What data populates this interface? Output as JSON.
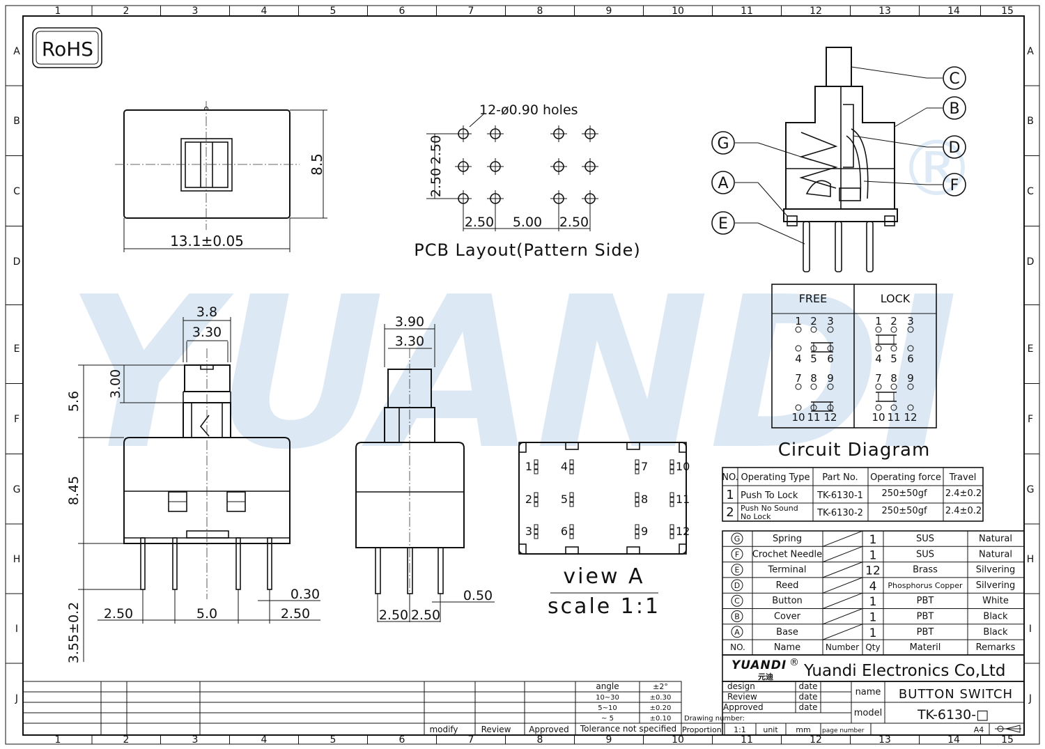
{
  "frame": {
    "cols": [
      "1",
      "2",
      "3",
      "4",
      "5",
      "6",
      "7",
      "8",
      "9",
      "10",
      "11",
      "12",
      "13",
      "14",
      "15"
    ],
    "rows": [
      "A",
      "B",
      "C",
      "D",
      "E",
      "F",
      "G",
      "H",
      "I",
      "J"
    ]
  },
  "rohs": "RoHS",
  "watermark": {
    "text": "YUANDI",
    "registered": "®"
  },
  "top_view": {
    "height": "8.5",
    "width": "13.1±0.05"
  },
  "pcb": {
    "holes_label": "12-ø0.90 holes",
    "pitch_v1": "2.50",
    "pitch_v2": "2.50",
    "pitch_h1": "2.50",
    "pitch_h2": "5.00",
    "pitch_h3": "2.50",
    "title": "PCB Layout(Pattern Side)"
  },
  "front_view": {
    "w1": "3.8",
    "w2": "3.30",
    "h_total": "5.6",
    "h_btn": "3.00",
    "h_body": "8.45",
    "pin_len": "3.55±0.2",
    "pin_w": "0.30",
    "p1": "2.50",
    "p2": "5.0",
    "p3": "2.50"
  },
  "side_view": {
    "w1": "3.90",
    "w2": "3.30",
    "pin_w": "0.50",
    "p1": "2.50",
    "p2": "2.50"
  },
  "view_a": {
    "pins": [
      "1",
      "2",
      "3",
      "4",
      "5",
      "6",
      "7",
      "8",
      "9",
      "10",
      "11",
      "12"
    ],
    "title": "view A",
    "scale": "scale 1:1"
  },
  "callouts": [
    "C",
    "B",
    "D",
    "G",
    "F",
    "A",
    "E"
  ],
  "circuit": {
    "free": "FREE",
    "lock": "LOCK",
    "rows": [
      [
        "1",
        "2",
        "3"
      ],
      [
        "4",
        "5",
        "6"
      ],
      [
        "7",
        "8",
        "9"
      ],
      [
        "10",
        "11",
        "12"
      ]
    ],
    "title": "Circuit Diagram"
  },
  "op_table": {
    "headers": [
      "NO.",
      "Operating Type",
      "Part No.",
      "Operating force",
      "Travel"
    ],
    "rows": [
      {
        "no": "1",
        "type": "Push To Lock",
        "type2": "",
        "part": "TK-6130-1",
        "force": "250±50gf",
        "travel": "2.4±0.2"
      },
      {
        "no": "2",
        "type": "Push No Sound",
        "type2": "No Lock",
        "part": "TK-6130-2",
        "force": "250±50gf",
        "travel": "2.4±0.2"
      }
    ]
  },
  "bom": {
    "rows": [
      {
        "no": "G",
        "name": "Spring",
        "qty": "1",
        "mat": "SUS",
        "rem": "Natural"
      },
      {
        "no": "F",
        "name": "Crochet Needle",
        "qty": "1",
        "mat": "SUS",
        "rem": "Natural"
      },
      {
        "no": "E",
        "name": "Terminal",
        "qty": "12",
        "mat": "Brass",
        "rem": "Silvering"
      },
      {
        "no": "D",
        "name": "Reed",
        "qty": "4",
        "mat": "Phosphorus Copper",
        "rem": "Silvering"
      },
      {
        "no": "C",
        "name": "Button",
        "qty": "1",
        "mat": "PBT",
        "rem": "White"
      },
      {
        "no": "B",
        "name": "Cover",
        "qty": "1",
        "mat": "PBT",
        "rem": "Black"
      },
      {
        "no": "A",
        "name": "Base",
        "qty": "1",
        "mat": "PBT",
        "rem": "Black"
      }
    ],
    "headers": {
      "no": "NO.",
      "name": "Name",
      "number": "Number",
      "qty": "Qty",
      "mat": "Materil",
      "rem": "Remarks"
    }
  },
  "company": {
    "logo": "YUANDI",
    "logo_sub": "元迪",
    "reg": "®",
    "name": "Yuandi Electronics Co,Ltd"
  },
  "title_block": {
    "design": "design",
    "review": "Review",
    "approved": "Approved",
    "date": "date",
    "name_label": "name",
    "name": "BUTTON SWITCH",
    "model_label": "model",
    "model": "TK-6130-□",
    "drawing_number": "Drawing number:",
    "proportion": "Proportion",
    "ratio": "1:1",
    "unit": "unit",
    "mm": "mm",
    "page_number": "page number",
    "size": "A4"
  },
  "tolerance": {
    "angle": "angle",
    "angle_v": "±2°",
    "r1": "10~30",
    "r1v": "±0.30",
    "r2": "5~10",
    "r2v": "±0.20",
    "r3": "~ 5",
    "r3v": "±0.10",
    "label": "Tolerance not specified"
  },
  "revision": {
    "modify": "modify",
    "review": "Review",
    "approved": "Approved"
  }
}
